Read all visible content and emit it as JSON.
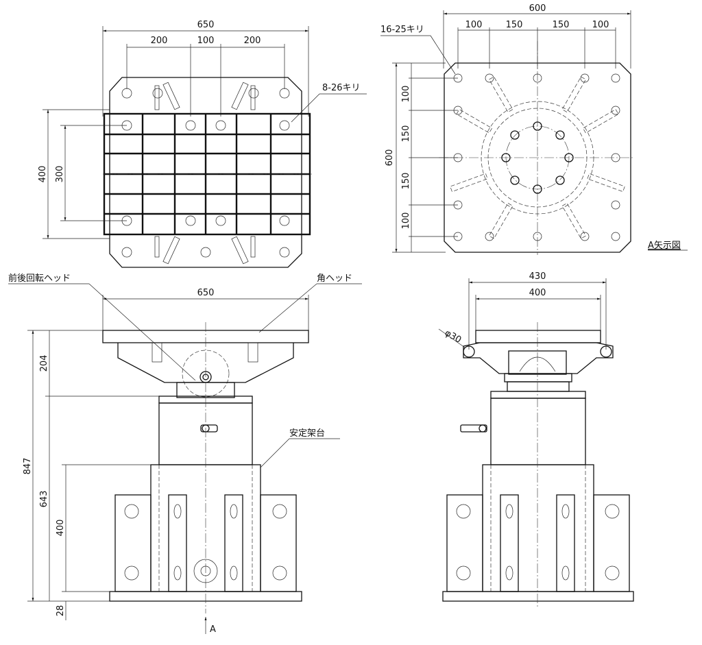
{
  "top_view": {
    "dims": {
      "overall_width": "650",
      "left_pitch": "200",
      "mid_pitch": "100",
      "right_pitch": "200",
      "height_outer": "400",
      "height_inner": "300"
    },
    "hole_label": "8-26キリ"
  },
  "a_view": {
    "dims": {
      "overall_width": "600",
      "p1": "100",
      "p2": "150",
      "p3": "150",
      "p4": "100",
      "height": "600",
      "v1": "100",
      "v2": "150",
      "v3": "150",
      "v4": "100"
    },
    "hole_label": "16-25キリ",
    "view_label": "A矢示図"
  },
  "front_view": {
    "label_rotary_head": "前後回転ヘッド",
    "label_square_head": "角ヘッド",
    "label_base": "安定架台",
    "dims": {
      "width": "650",
      "total_height": "847",
      "head_height": "204",
      "body_height": "643",
      "base_height": "400",
      "foot_height": "28"
    },
    "arrow_label": "A"
  },
  "side_view": {
    "dims": {
      "outer_width": "430",
      "inner_width": "400",
      "hole_dia": "φ30"
    }
  }
}
